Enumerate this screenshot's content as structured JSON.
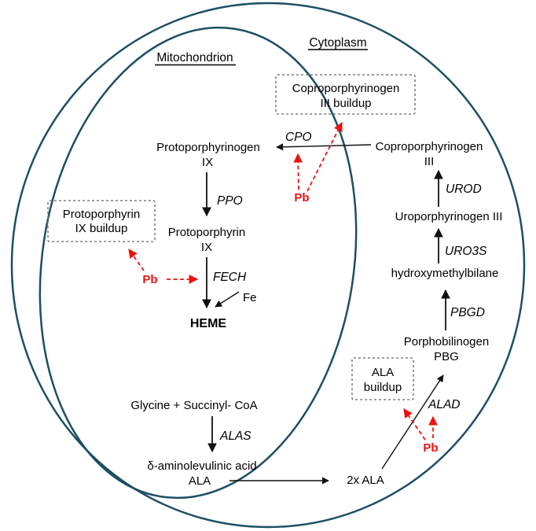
{
  "compartments": {
    "cytoplasm": "Cytoplasm",
    "mitochondrion": "Mitochondrion"
  },
  "pathway": {
    "substrate": "Glycine + Succinyl- CoA",
    "ala_line1": "δ-aminolevulinic acid",
    "ala_line2": "ALA",
    "two_ala": "2x ALA",
    "pbg_line1": "Porphobilinogen",
    "pbg_line2": "PBG",
    "hmb": "hydroxymethylbilane",
    "uro": "Uroporphyrinogen III",
    "copro_line1": "Coproporphyrinogen",
    "copro_line2": "III",
    "protogen_line1": "Protoporphyrinogen",
    "protogen_line2": "IX",
    "proto_line1": "Protoporphyrin",
    "proto_line2": "IX",
    "fe": "Fe",
    "heme": "HEME"
  },
  "enzymes": {
    "alas": "ALAS",
    "alad": "ALAD",
    "pbgd": "PBGD",
    "uro3s": "URO3S",
    "urod": "UROD",
    "cpo": "CPO",
    "ppo": "PPO",
    "fech": "FECH"
  },
  "inhibitor_label": "Pb",
  "buildup": {
    "copro_line1": "Coproporphyrinogen",
    "copro_line2": "III buildup",
    "proto_line1": "Protoporphyrin",
    "proto_line2": "IX buildup",
    "ala_line1": "ALA",
    "ala_line2": "buildup"
  },
  "colors": {
    "membrane": "#1d4f63",
    "inhibitor_red": "#ee1111",
    "text": "#000000",
    "buildup_box_border": "#7f7f7f"
  }
}
